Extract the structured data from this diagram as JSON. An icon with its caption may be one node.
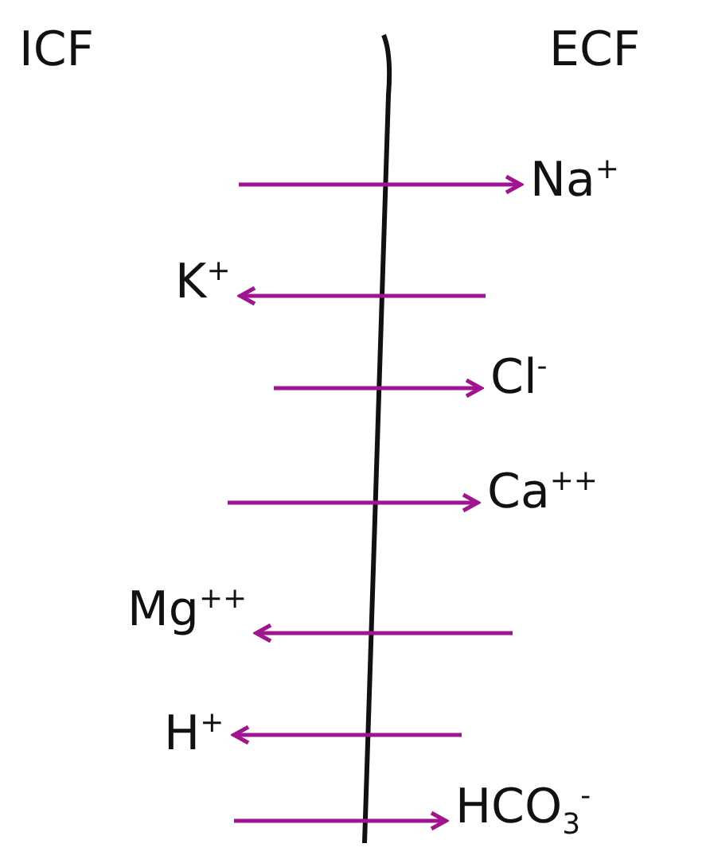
{
  "diagram": {
    "nodes": [
      {
        "text": [
          "Na$^{+}$"
        ]
      },
      {
        "text": [
          "K$^{+}$"
        ]
      },
      {
        "text": [
          "Cl$^{-}$"
        ]
      },
      {
        "text": [
          "Ca$^{++}$"
        ]
      },
      {
        "text": [
          "Mg$^{++}$"
        ]
      },
      {
        "text": [
          "H$^{+}$"
        ]
      },
      {
        "text": [
          "HCO$_{3}$$^{-}$"
        ]
      }
    ],
    "edges": [
      {
        "from": null,
        "to": 0,
        "arrow": "to"
      },
      {
        "from": null,
        "to": 1,
        "arrow": "to"
      },
      {
        "from": null,
        "to": 2,
        "arrow": "to"
      },
      {
        "from": null,
        "to": 3,
        "arrow": "to"
      },
      {
        "from": null,
        "to": 4,
        "arrow": "to"
      },
      {
        "from": null,
        "to": 5,
        "arrow": "to"
      },
      {
        "from": null,
        "to": 6,
        "arrow": "to"
      }
    ],
    "labels": [
      "ICF",
      "ECF"
    ]
  }
}
